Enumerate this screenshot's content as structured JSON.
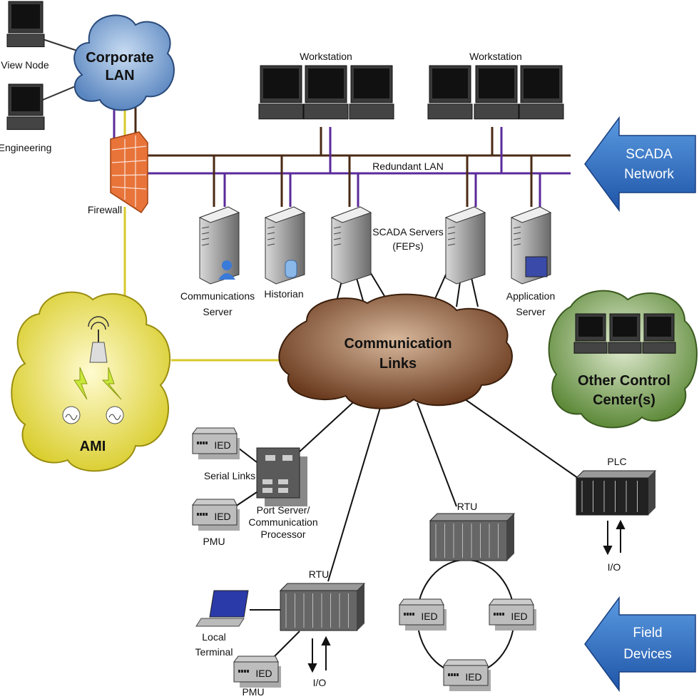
{
  "labels": {
    "view_node": "View Node",
    "engineering": "Engineering",
    "corporate_lan": [
      "Corporate",
      "LAN"
    ],
    "firewall": "Firewall",
    "workstation_1": "Workstation",
    "workstation_2": "Workstation",
    "redundant_lan": "Redundant LAN",
    "communications_server": [
      "Communications",
      "Server"
    ],
    "historian": "Historian",
    "scada_servers": [
      "SCADA Servers",
      "(FEPs)"
    ],
    "application_server": [
      "Application",
      "Server"
    ],
    "scada_network": [
      "SCADA",
      "Network"
    ],
    "communication_links": [
      "Communication",
      "Links"
    ],
    "ami": "AMI",
    "other_control_centers": [
      "Other Control",
      "Center(s)"
    ],
    "ied": "IED",
    "serial_links": "Serial Links",
    "pmu": "PMU",
    "port_server": [
      "Port Server/",
      "Communication",
      "Processor"
    ],
    "rtu": "RTU",
    "plc": "PLC",
    "io": "I/O",
    "local_terminal": [
      "Local",
      "Terminal"
    ],
    "field_devices": [
      "Field",
      "Devices"
    ]
  },
  "colors": {
    "corporate_cloud": "#6f9bd1",
    "comm_cloud": "#7a4a2e",
    "ami_cloud": "#e8e04a",
    "other_cc_cloud": "#6f9a4a",
    "arrow": "#2f6fc4",
    "lan_brown": "#4a2a14",
    "lan_purple": "#5a2a9a",
    "ami_link": "#d8c92a",
    "firewall": "#e8743a"
  }
}
